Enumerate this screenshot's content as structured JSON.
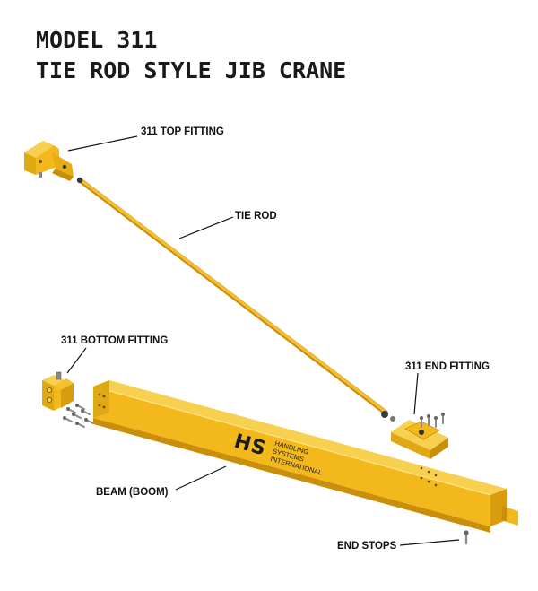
{
  "title": {
    "line1": "MODEL 311",
    "line2": "TIE ROD STYLE JIB CRANE"
  },
  "labels": {
    "top_fitting": "311 TOP FITTING",
    "tie_rod": "TIE ROD",
    "bottom_fitting": "311 BOTTOM FITTING",
    "end_fitting": "311 END FITTING",
    "beam": "BEAM (BOOM)",
    "end_stops": "END STOPS"
  },
  "logo": {
    "mark": "HS",
    "line1": "HANDLING",
    "line2": "SYSTEMS",
    "line3": "INTERNATIONAL"
  },
  "colors": {
    "yellow": "#f2b81c",
    "yellow_dark": "#c98f0a",
    "yellow_light": "#f8d050",
    "steel": "#9a9a9a",
    "text": "#111111"
  }
}
